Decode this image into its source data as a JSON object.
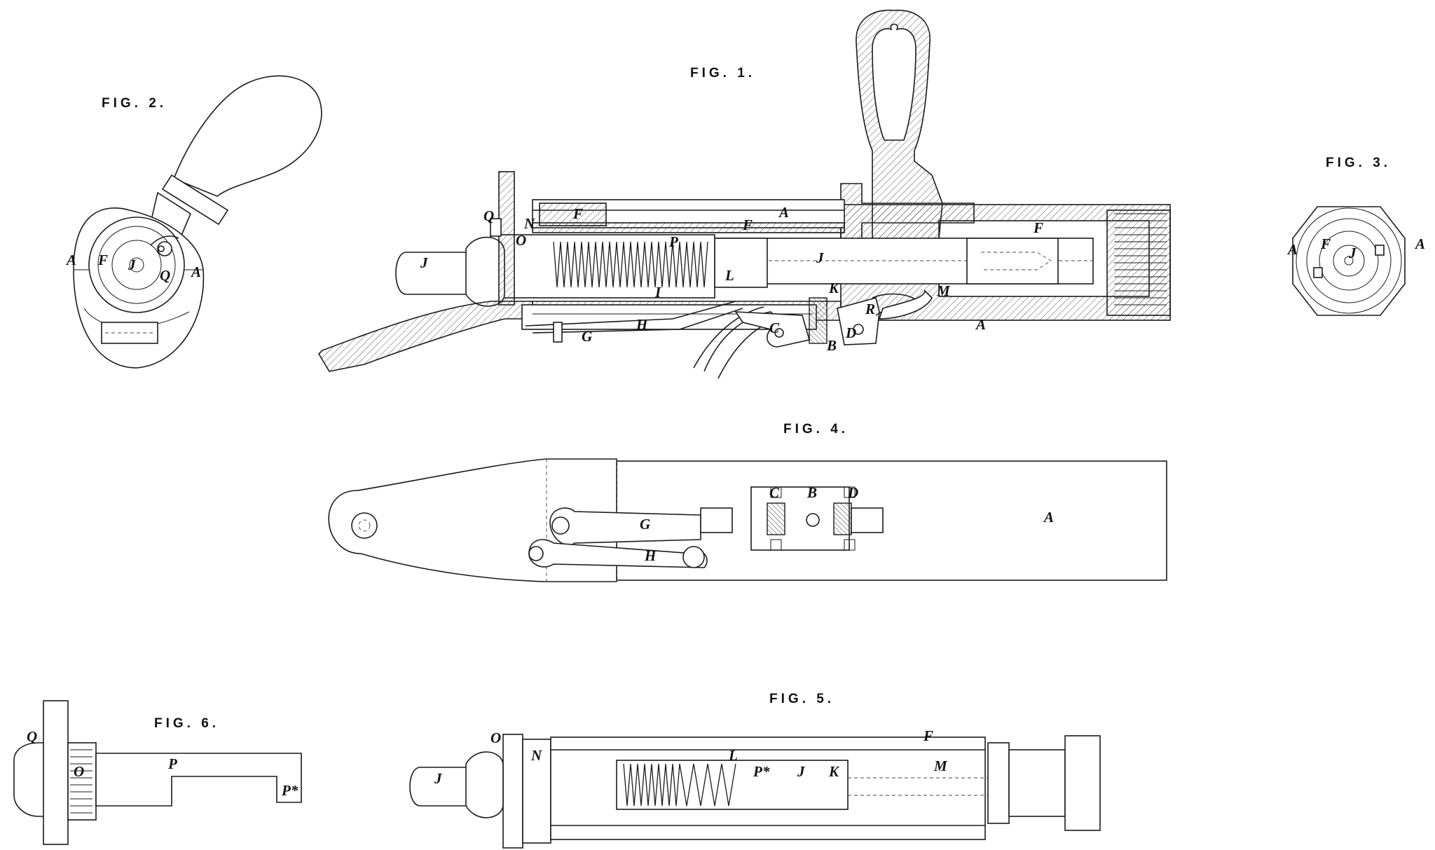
{
  "figures": {
    "fig1": {
      "caption": "FIG. 1."
    },
    "fig2": {
      "caption": "FIG. 2."
    },
    "fig3": {
      "caption": "FIG. 3."
    },
    "fig4": {
      "caption": "FIG. 4."
    },
    "fig5": {
      "caption": "FIG. 5."
    },
    "fig6": {
      "caption": "FIG. 6."
    }
  },
  "labels": {
    "fig1": [
      "Q",
      "N",
      "O",
      "F",
      "F",
      "A",
      "P",
      "J",
      "L",
      "I",
      "H",
      "G",
      "K",
      "C",
      "B",
      "D",
      "R",
      "M",
      "F",
      "A",
      "J"
    ],
    "fig2": [
      "A",
      "F",
      "J",
      "Q",
      "A"
    ],
    "fig3": [
      "A",
      "F",
      "J",
      "A"
    ],
    "fig4": [
      "C",
      "B",
      "D",
      "G",
      "H",
      "A"
    ],
    "fig5": [
      "O",
      "N",
      "J",
      "L",
      "P*",
      "J",
      "K",
      "F",
      "M"
    ],
    "fig6": [
      "Q",
      "O",
      "P",
      "P*"
    ]
  }
}
